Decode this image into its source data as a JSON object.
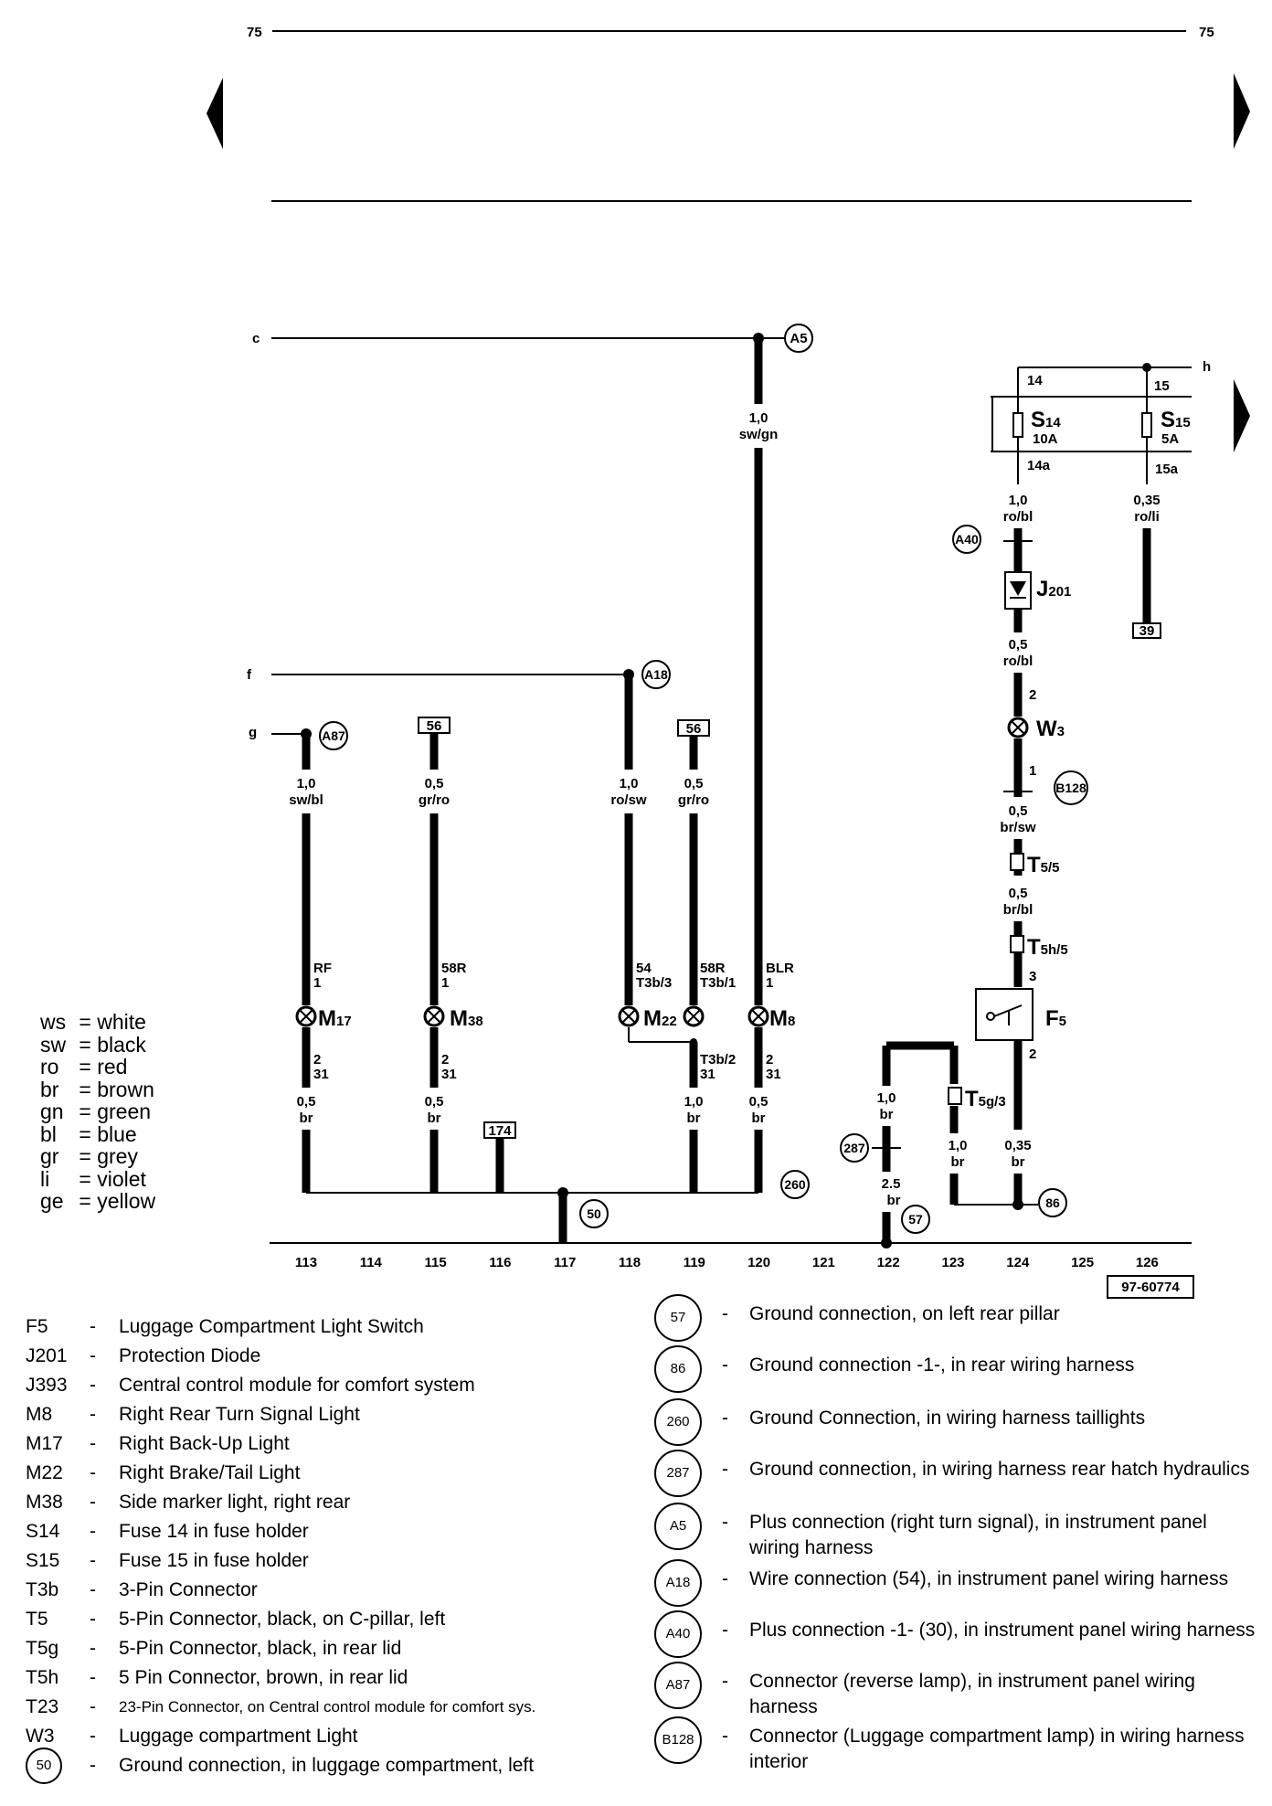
{
  "page": {
    "number_left": "75",
    "number_right": "75",
    "drawing_id": "97-60774"
  },
  "terminals": {
    "c": "c",
    "f": "f",
    "g": "g",
    "h": "h"
  },
  "wires": {
    "w_a5": [
      "1,0",
      "sw/gn"
    ],
    "w_s14": [
      "1,0",
      "ro/bl"
    ],
    "w_s15": [
      "0,35",
      "ro/li"
    ],
    "w_j201": [
      "0,5",
      "ro/bl"
    ],
    "w_b128": [
      "0,5",
      "br/sw"
    ],
    "w_t5": [
      "0,5",
      "br/bl"
    ],
    "w_m17_top": [
      "1,0",
      "sw/bl"
    ],
    "w_m38_top": [
      "0,5",
      "gr/ro"
    ],
    "w_m22a_top": [
      "1,0",
      "ro/sw"
    ],
    "w_m22b_top": [
      "0,5",
      "gr/ro"
    ],
    "w_m17_bot": [
      "0,5",
      "br"
    ],
    "w_m38_bot": [
      "0,5",
      "br"
    ],
    "w_m22_bot": [
      "1,0",
      "br"
    ],
    "w_m8_bot": [
      "0,5",
      "br"
    ],
    "w_122": [
      "1,0",
      "br"
    ],
    "w_122b": [
      "2.5",
      "br"
    ],
    "w_123": [
      "1,0",
      "br"
    ],
    "w_f5": [
      "0,35",
      "br"
    ]
  },
  "pins": {
    "s14_in": "14",
    "s15_in": "15",
    "s14_out": "14a",
    "s15_out": "15a",
    "w3_in": "2",
    "w3_out": "1",
    "f5_in": "3",
    "f5_out": "2",
    "m17": [
      "RF",
      "1"
    ],
    "m38": [
      "58R",
      "1"
    ],
    "m22a": [
      "54",
      "T3b/3"
    ],
    "m22b": [
      "58R",
      "T3b/1"
    ],
    "m8": [
      "BLR",
      "1"
    ],
    "m17_out": [
      "2",
      "31"
    ],
    "m38_out": [
      "2",
      "31"
    ],
    "m22_out": [
      "T3b/2",
      "31"
    ],
    "m8_out": [
      "2",
      "31"
    ]
  },
  "components": {
    "s14": {
      "name": "S",
      "sub": "14",
      "rating": "10A"
    },
    "s15": {
      "name": "S",
      "sub": "15",
      "rating": "5A"
    },
    "j201": {
      "name": "J",
      "sub": "201"
    },
    "w3": {
      "name": "W",
      "sub": "3"
    },
    "t55": {
      "name": "T",
      "sub": "5/5"
    },
    "t5h5": {
      "name": "T",
      "sub": "5h/5"
    },
    "t5g3": {
      "name": "T",
      "sub": "5g/3"
    },
    "f5": {
      "name": "F",
      "sub": "5"
    },
    "m17": {
      "name": "M",
      "sub": "17"
    },
    "m38": {
      "name": "M",
      "sub": "38"
    },
    "m22": {
      "name": "M",
      "sub": "22"
    },
    "m8": {
      "name": "M",
      "sub": "8"
    }
  },
  "connectors": {
    "a5": "A5",
    "a18": "A18",
    "a40": "A40",
    "a87": "A87",
    "b128": "B128",
    "g50": "50",
    "g57": "57",
    "g86": "86",
    "g260": "260",
    "g287": "287"
  },
  "refs": {
    "r56a": "56",
    "r56b": "56",
    "r39": "39",
    "r174": "174"
  },
  "tracks": [
    "113",
    "114",
    "115",
    "116",
    "117",
    "118",
    "119",
    "120",
    "121",
    "122",
    "123",
    "124",
    "125",
    "126"
  ],
  "colors": [
    {
      "code": "ws",
      "name": "white"
    },
    {
      "code": "sw",
      "name": "black"
    },
    {
      "code": "ro",
      "name": "red"
    },
    {
      "code": "br",
      "name": "brown"
    },
    {
      "code": "gn",
      "name": "green"
    },
    {
      "code": "bl",
      "name": "blue"
    },
    {
      "code": "gr",
      "name": "grey"
    },
    {
      "code": "li",
      "name": "violet"
    },
    {
      "code": "ge",
      "name": "yellow"
    }
  ],
  "legend_left": [
    {
      "code": "F5",
      "desc": "Luggage Compartment Light Switch"
    },
    {
      "code": "J201",
      "desc": "Protection Diode"
    },
    {
      "code": "J393",
      "desc": "Central control module for comfort system"
    },
    {
      "code": "M8",
      "desc": "Right Rear Turn Signal Light"
    },
    {
      "code": "M17",
      "desc": "Right Back-Up Light"
    },
    {
      "code": "M22",
      "desc": "Right Brake/Tail Light"
    },
    {
      "code": "M38",
      "desc": "Side marker light, right rear"
    },
    {
      "code": "S14",
      "desc": "Fuse 14 in fuse holder"
    },
    {
      "code": "S15",
      "desc": "Fuse 15 in fuse holder"
    },
    {
      "code": "T3b",
      "desc": "3-Pin Connector"
    },
    {
      "code": "T5",
      "desc": "5-Pin Connector, black, on C-pillar, left"
    },
    {
      "code": "T5g",
      "desc": "5-Pin Connector, black, in rear lid"
    },
    {
      "code": "T5h",
      "desc": "5 Pin Connector, brown, in rear lid"
    },
    {
      "code": "T23",
      "desc": "23-Pin Connector, on Central control module for comfort sys."
    },
    {
      "code": "W3",
      "desc": "Luggage compartment Light"
    },
    {
      "code": "50",
      "desc": "Ground connection, in luggage compartment, left"
    }
  ],
  "legend_right": [
    {
      "code": "57",
      "desc": "Ground connection, on left rear pillar"
    },
    {
      "code": "86",
      "desc": "Ground connection -1-, in rear wiring harness"
    },
    {
      "code": "260",
      "desc": "Ground Connection, in wiring harness taillights"
    },
    {
      "code": "287",
      "desc": "Ground connection, in wiring harness rear hatch hydraulics"
    },
    {
      "code": "A5",
      "desc": "Plus connection (right turn signal), in instrument panel wiring harness"
    },
    {
      "code": "A18",
      "desc": "Wire connection (54), in instrument panel wiring harness"
    },
    {
      "code": "A40",
      "desc": "Plus connection -1- (30), in instrument panel wiring harness"
    },
    {
      "code": "A87",
      "desc": "Connector (reverse lamp), in instrument panel wiring harness"
    },
    {
      "code": "B128",
      "desc": "Connector (Luggage compartment lamp) in wiring harness interior"
    }
  ]
}
